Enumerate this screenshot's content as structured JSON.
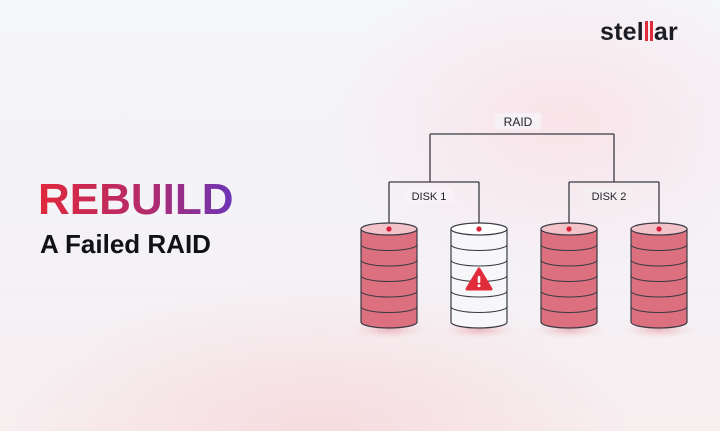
{
  "brand": {
    "logo_before": "stel",
    "logo_after": "ar"
  },
  "headline": {
    "line1": "REBUILD",
    "line2": "A Failed RAID"
  },
  "diagram": {
    "root_label": "RAID",
    "groups": [
      {
        "label": "DISK 1",
        "disks": [
          {
            "status": "normal"
          },
          {
            "status": "failed"
          }
        ]
      },
      {
        "label": "DISK 2",
        "disks": [
          {
            "status": "normal"
          },
          {
            "status": "normal"
          }
        ]
      }
    ],
    "colors": {
      "disk_normal": "#dd707f",
      "disk_failed": "#f7f7fa",
      "disk_stroke": "#3a3a44",
      "lines": "#3a3a44",
      "node_dot": "#d9213a",
      "warning": "#e02b3a",
      "brand_accent": "#e02b3a"
    },
    "icons": {
      "failed_disk": "warning-icon"
    }
  }
}
